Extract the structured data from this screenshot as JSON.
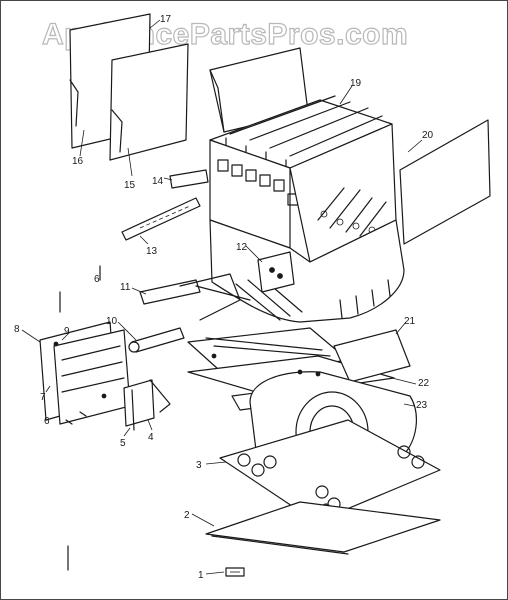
{
  "watermark": "AppliancePartsPros.com",
  "part_labels": {
    "p1": "1",
    "p2": "2",
    "p3": "3",
    "p4": "4",
    "p5": "5",
    "p6a": "6",
    "p6b": "6",
    "p7": "7",
    "p8": "8",
    "p9": "9",
    "p10": "10",
    "p11": "11",
    "p12": "12",
    "p13": "13",
    "p14": "14",
    "p15": "15",
    "p16": "16",
    "p17": "17",
    "p19": "19",
    "p20": "20",
    "p21": "21",
    "p22": "22",
    "p23": "23"
  }
}
